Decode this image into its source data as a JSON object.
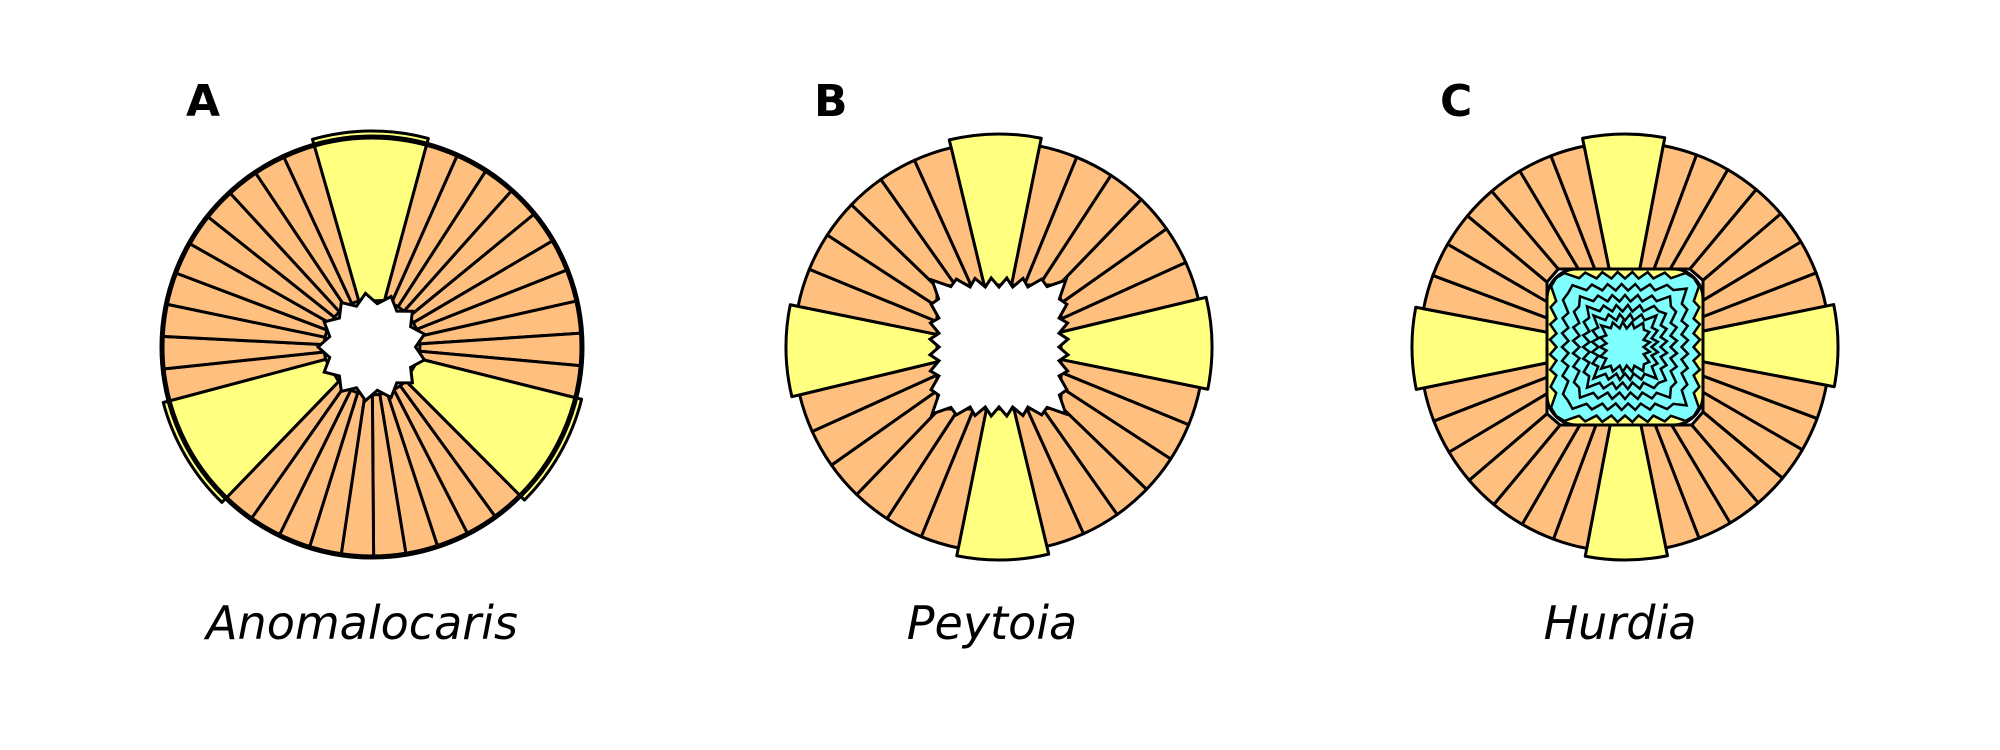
{
  "colors": {
    "plate": "#FFBF7F",
    "large_plate": "#FFFF80",
    "inner": "#80FFFF",
    "outline": "#000000"
  },
  "panels": [
    {
      "label": "A",
      "caption": "Anomalocaris"
    },
    {
      "label": "B",
      "caption": "Peytoia"
    },
    {
      "label": "C",
      "caption": "Hurdia"
    }
  ]
}
